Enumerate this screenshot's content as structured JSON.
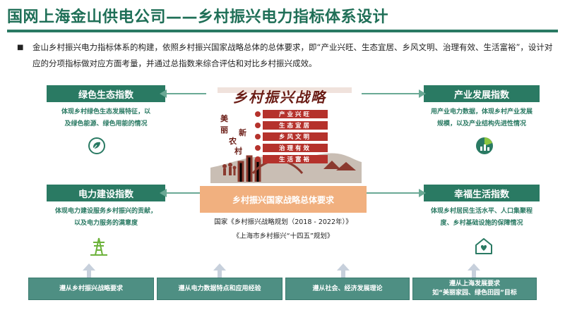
{
  "header": {
    "title": "国网上海金山供电公司——乡村振兴电力指标体系设计"
  },
  "intro": {
    "bullet": "■",
    "text": "金山乡村振兴电力指标体系的构建，依照乡村振兴国家战略总体的总体要求，即“产业兴旺、生态宜居、乡风文明、治理有效、生活富裕”，设计对应的分项指标做对应方面考量，并通过总指数来综合评估和对比乡村振兴成效。"
  },
  "cards": {
    "green": {
      "title": "绿色生态指数",
      "desc1": "体现乡村绿色生态发展特征，以",
      "desc2": "及绿色能源、绿色用能的情况",
      "icon": "leaf-icon"
    },
    "power": {
      "title": "电力建设指数",
      "desc1": "体现电力建设服务乡村振兴的贡献，",
      "desc2": "以及电力服务的满意度",
      "icon": "tower-icon"
    },
    "industry": {
      "title": "产业发展指数",
      "desc1": "用产业电力数据，体现乡村产业发展",
      "desc2": "规模，以及产业结构先进性情况",
      "icon": "chart-icon"
    },
    "life": {
      "title": "幸福生活指数",
      "desc1": "体现乡村居民生活水平、人口集聚程",
      "desc2": "度、乡村基础设施的保障情况",
      "icon": "home-heart-icon"
    }
  },
  "center": {
    "calligraphy_title": "乡村振兴战略",
    "side_chars": [
      "美",
      "丽",
      "新",
      "农",
      "村"
    ],
    "pillars": [
      "产业兴旺",
      "生态宜居",
      "乡风文明",
      "治理有效",
      "生活富裕"
    ],
    "slogan": "乡村振兴国家战略总体要求",
    "plan1": "国家《乡村振兴战略规划（2018 - 2022年）》",
    "plan2": "《上海市乡村振兴“十四五”规划》"
  },
  "bottom": [
    {
      "line1": "遵从乡村振兴战略要求",
      "line2": ""
    },
    {
      "line1": "遵从电力数据特点和应用经验",
      "line2": ""
    },
    {
      "line1": "遵从社会、经济发展理论",
      "line2": ""
    },
    {
      "line1": "遵从上海发展要求",
      "line2": "如“美丽家园、绿色田园”目标"
    }
  ],
  "colors": {
    "primary": "#2a7a63",
    "accent": "#f1b07f",
    "bottom": "#4e8f83",
    "illustration_red": "#b5322c"
  }
}
